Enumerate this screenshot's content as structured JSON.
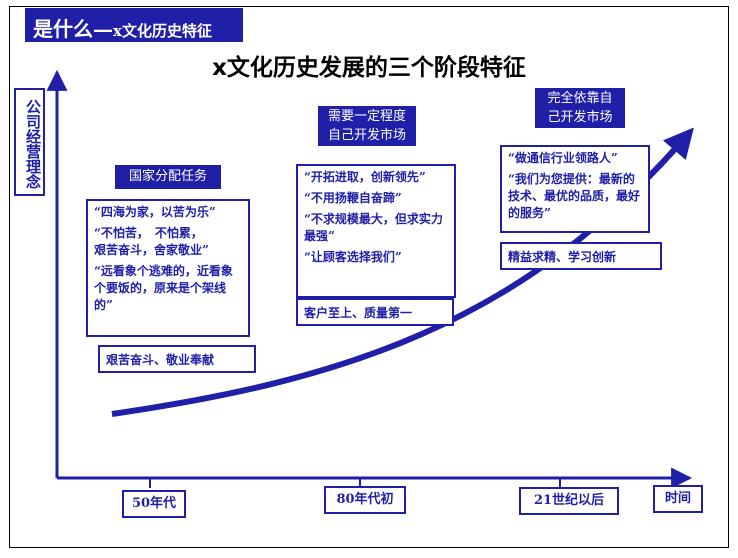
{
  "header": {
    "title_main": "是什么",
    "title_dash": "—",
    "title_sub": "x文化历史特征"
  },
  "main_title": "x文化历史发展的三个阶段特征",
  "y_axis_label": "公司经营理念",
  "x_axis_label": "时间",
  "stages": [
    {
      "period": "50年代",
      "label": "国家分配任务",
      "quotes": [
        "“四海为家，以苦为乐”",
        "“不怕苦，　不怕累，",
        "艰苦奋斗，舍家敬业”",
        "“远看象个逃难的，近看象个要饭的，原来是个架线的”"
      ],
      "summary": "艰苦奋斗、敬业奉献"
    },
    {
      "period": "80年代初",
      "label_line1": "需要一定程度",
      "label_line2": "自己开发市场",
      "quotes": [
        "“开拓进取，创新领先”",
        "“不用扬鞭自奋蹄”",
        "“不求规模最大，但求实力最强”",
        "“让顾客选择我们”"
      ],
      "summary": "客户至上、质量第一"
    },
    {
      "period": "21世纪以后",
      "label_line1": "完全依靠自",
      "label_line2": "己开发市场",
      "quotes": [
        "“做通信行业领路人”",
        "“我们为您提供：最新的技术、最优的品质，最好的服务”"
      ],
      "summary": "精益求精、学习创新"
    }
  ],
  "colors": {
    "accent": "#1f1fa8",
    "text": "#000000",
    "background": "#ffffff"
  }
}
